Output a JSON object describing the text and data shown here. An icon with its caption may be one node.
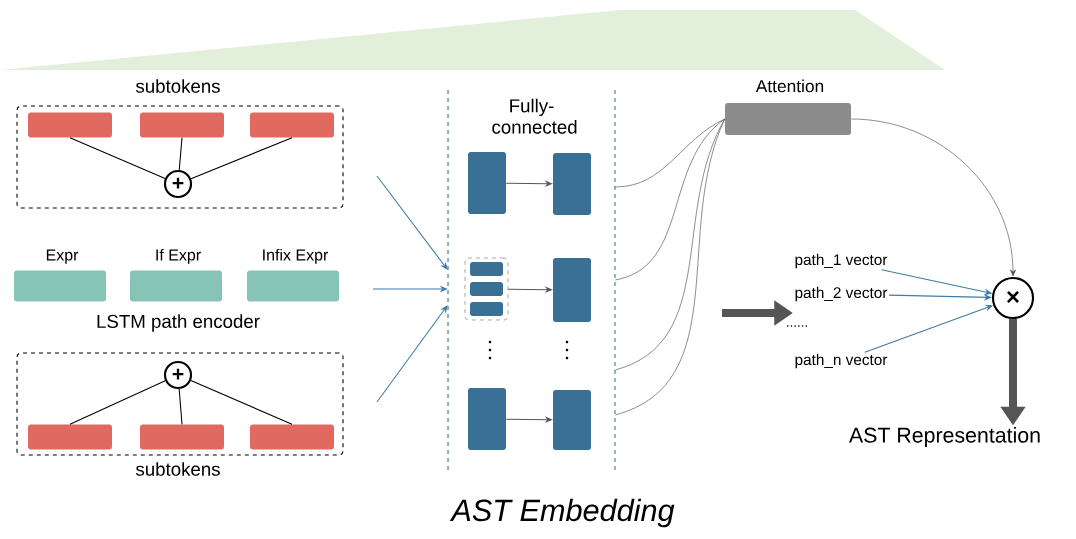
{
  "diagram": {
    "caption": "AST Embedding",
    "nodes": [
      {
        "text": [
          "subtokens"
        ]
      },
      {
        "text": [],
        "shape": "bar",
        "in": 0
      },
      {
        "text": [],
        "shape": "bar",
        "in": 0
      },
      {
        "text": [],
        "shape": "bar",
        "in": 0
      },
      {
        "text": [
          "+"
        ],
        "in": 0
      },
      {
        "text": [
          "Expr"
        ]
      },
      {
        "text": [
          "If Expr"
        ]
      },
      {
        "text": [
          "Infix Expr"
        ]
      },
      {
        "text": [
          "subtokens"
        ]
      },
      {
        "text": [],
        "shape": "bar",
        "in": 8
      },
      {
        "text": [],
        "shape": "bar",
        "in": 8
      },
      {
        "text": [],
        "shape": "bar",
        "in": 8
      },
      {
        "text": [
          "+"
        ],
        "in": 8
      },
      {
        "text": [
          "Fully-connected"
        ]
      },
      {
        "text": [],
        "shape": "box",
        "in": 13
      },
      {
        "text": [],
        "shape": "box",
        "in": 13
      },
      {
        "text": [],
        "shape": "box",
        "in": 13
      },
      {
        "text": [],
        "shape": "bar",
        "in": 16
      },
      {
        "text": [],
        "shape": "bar",
        "in": 16
      },
      {
        "text": [],
        "shape": "bar",
        "in": 16
      },
      {
        "text": [],
        "shape": "box",
        "in": 13
      },
      {
        "text": [],
        "shape": "box",
        "in": 13
      },
      {
        "text": [],
        "shape": "box",
        "in": 13
      },
      {
        "text": [
          "Attention"
        ]
      },
      {
        "text": [
          "path_1 vector"
        ]
      },
      {
        "text": [
          "path_2 vector"
        ]
      },
      {
        "text": [
          "path_n vector"
        ]
      },
      {
        "text": [
          "×"
        ]
      },
      {
        "text": [
          "AST Representation"
        ]
      }
    ],
    "edges": [
      {
        "from": 1,
        "to": 4,
        "arrow": "none"
      },
      {
        "from": 2,
        "to": 4,
        "arrow": "none"
      },
      {
        "from": 3,
        "to": 4,
        "arrow": "none"
      },
      {
        "from": 9,
        "to": 12,
        "arrow": "none"
      },
      {
        "from": 10,
        "to": 12,
        "arrow": "none"
      },
      {
        "from": 11,
        "to": 12,
        "arrow": "none"
      },
      {
        "from": null,
        "to": 13,
        "arrow": "to",
        "color": "#3c7ba8"
      },
      {
        "from": null,
        "to": 13,
        "arrow": "to",
        "color": "#3c7ba8"
      },
      {
        "from": null,
        "to": 13,
        "arrow": "to",
        "color": "#3c7ba8"
      },
      {
        "from": 14,
        "to": 15,
        "arrow": "to"
      },
      {
        "from": 16,
        "to": 20,
        "arrow": "to"
      },
      {
        "from": 21,
        "to": 22,
        "arrow": "to"
      },
      {
        "from": 13,
        "to": 23,
        "arrow": "none"
      },
      {
        "from": 13,
        "to": 23,
        "arrow": "none"
      },
      {
        "from": 13,
        "to": 23,
        "arrow": "none"
      },
      {
        "from": 13,
        "to": 23,
        "arrow": "none"
      },
      {
        "from": 23,
        "to": 27,
        "arrow": "to"
      },
      {
        "from": null,
        "to": 25,
        "arrow": "to",
        "style": "thick"
      },
      {
        "from": 24,
        "to": 27,
        "arrow": "to",
        "color": "#3c7ba8"
      },
      {
        "from": 25,
        "to": 27,
        "arrow": "to",
        "color": "#3c7ba8"
      },
      {
        "from": 26,
        "to": 27,
        "arrow": "to",
        "color": "#3c7ba8"
      },
      {
        "from": 27,
        "to": 28,
        "arrow": "to",
        "style": "thick"
      }
    ],
    "labels": [
      "LSTM path encoder",
      "......"
    ]
  }
}
